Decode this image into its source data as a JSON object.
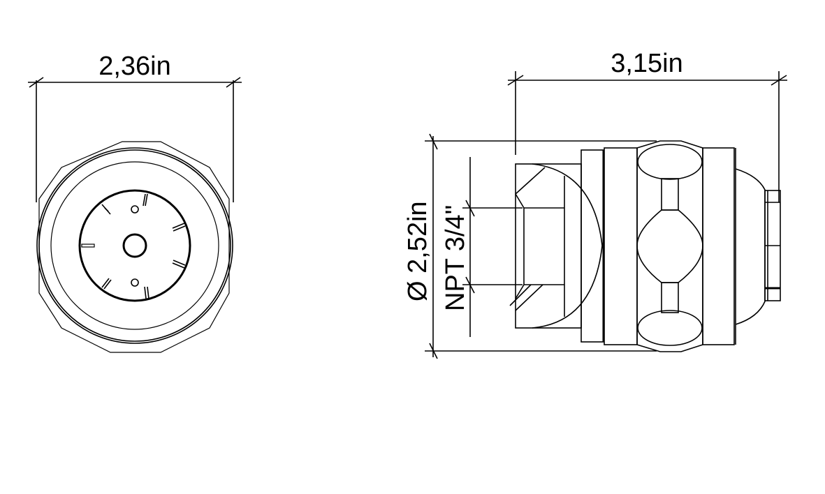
{
  "drawing": {
    "type": "technical-drawing",
    "subject": "NPT threaded fitting, front and side views",
    "line_color": "#000000",
    "background": "#ffffff"
  },
  "front_view": {
    "width_dimension": "2,36in"
  },
  "side_view": {
    "length_dimension": "3,15in",
    "diameter_dimension": "Ø 2,52in",
    "diameter_symbol": "Ø",
    "diameter_value": "2,52in",
    "thread_label": "NPT 3/4\""
  }
}
